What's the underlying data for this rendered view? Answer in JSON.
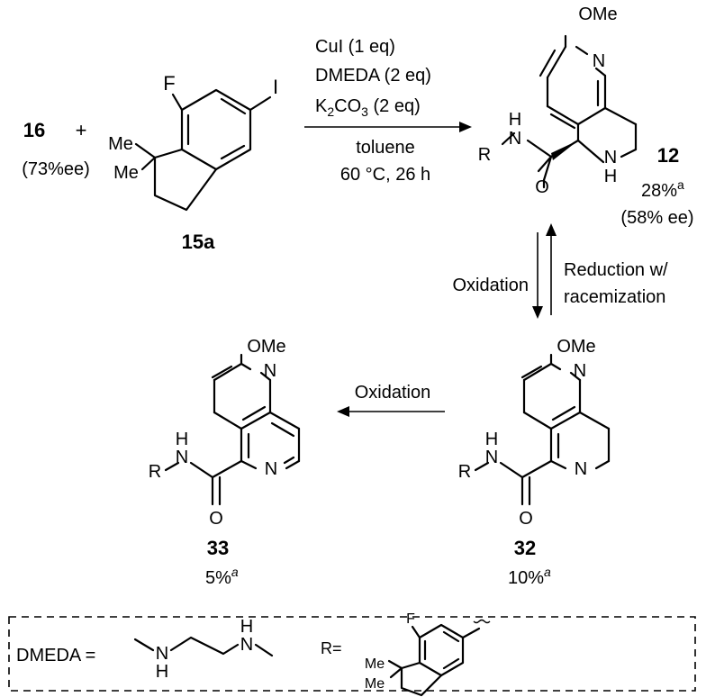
{
  "reaction": {
    "reactant_label": "16",
    "reactant_ee": "(73%ee)",
    "plus": "+",
    "aryl_iodide_label": "15a",
    "conditions": {
      "line1": "CuI (1 eq)",
      "line2": "DMEDA (2 eq)",
      "line3_prefix": "K",
      "line3_sub": "2",
      "line3_mid": "CO",
      "line3_sub2": "3",
      "line3_suffix": " (2 eq)",
      "solvent": "toluene",
      "temp_time": "60 °C, 26 h"
    }
  },
  "compounds": {
    "c12": {
      "label": "12",
      "yield": "28%",
      "yield_note": "a",
      "ee": "(58% ee)"
    },
    "c32": {
      "label": "32",
      "yield": "10%",
      "yield_note": "a"
    },
    "c33": {
      "label": "33",
      "yield": "5%",
      "yield_note": "a"
    }
  },
  "atoms": {
    "F": "F",
    "I": "I",
    "Me": "Me",
    "OMe": "OMe",
    "N": "N",
    "H": "H",
    "O": "O",
    "R": "R"
  },
  "arrows": {
    "oxidation_down": "Oxidation",
    "reduction_line1": "Reduction w/",
    "reduction_line2": "racemization",
    "oxidation_left": "Oxidation"
  },
  "legend": {
    "dmeda_label": "DMEDA =",
    "r_label": "R="
  }
}
